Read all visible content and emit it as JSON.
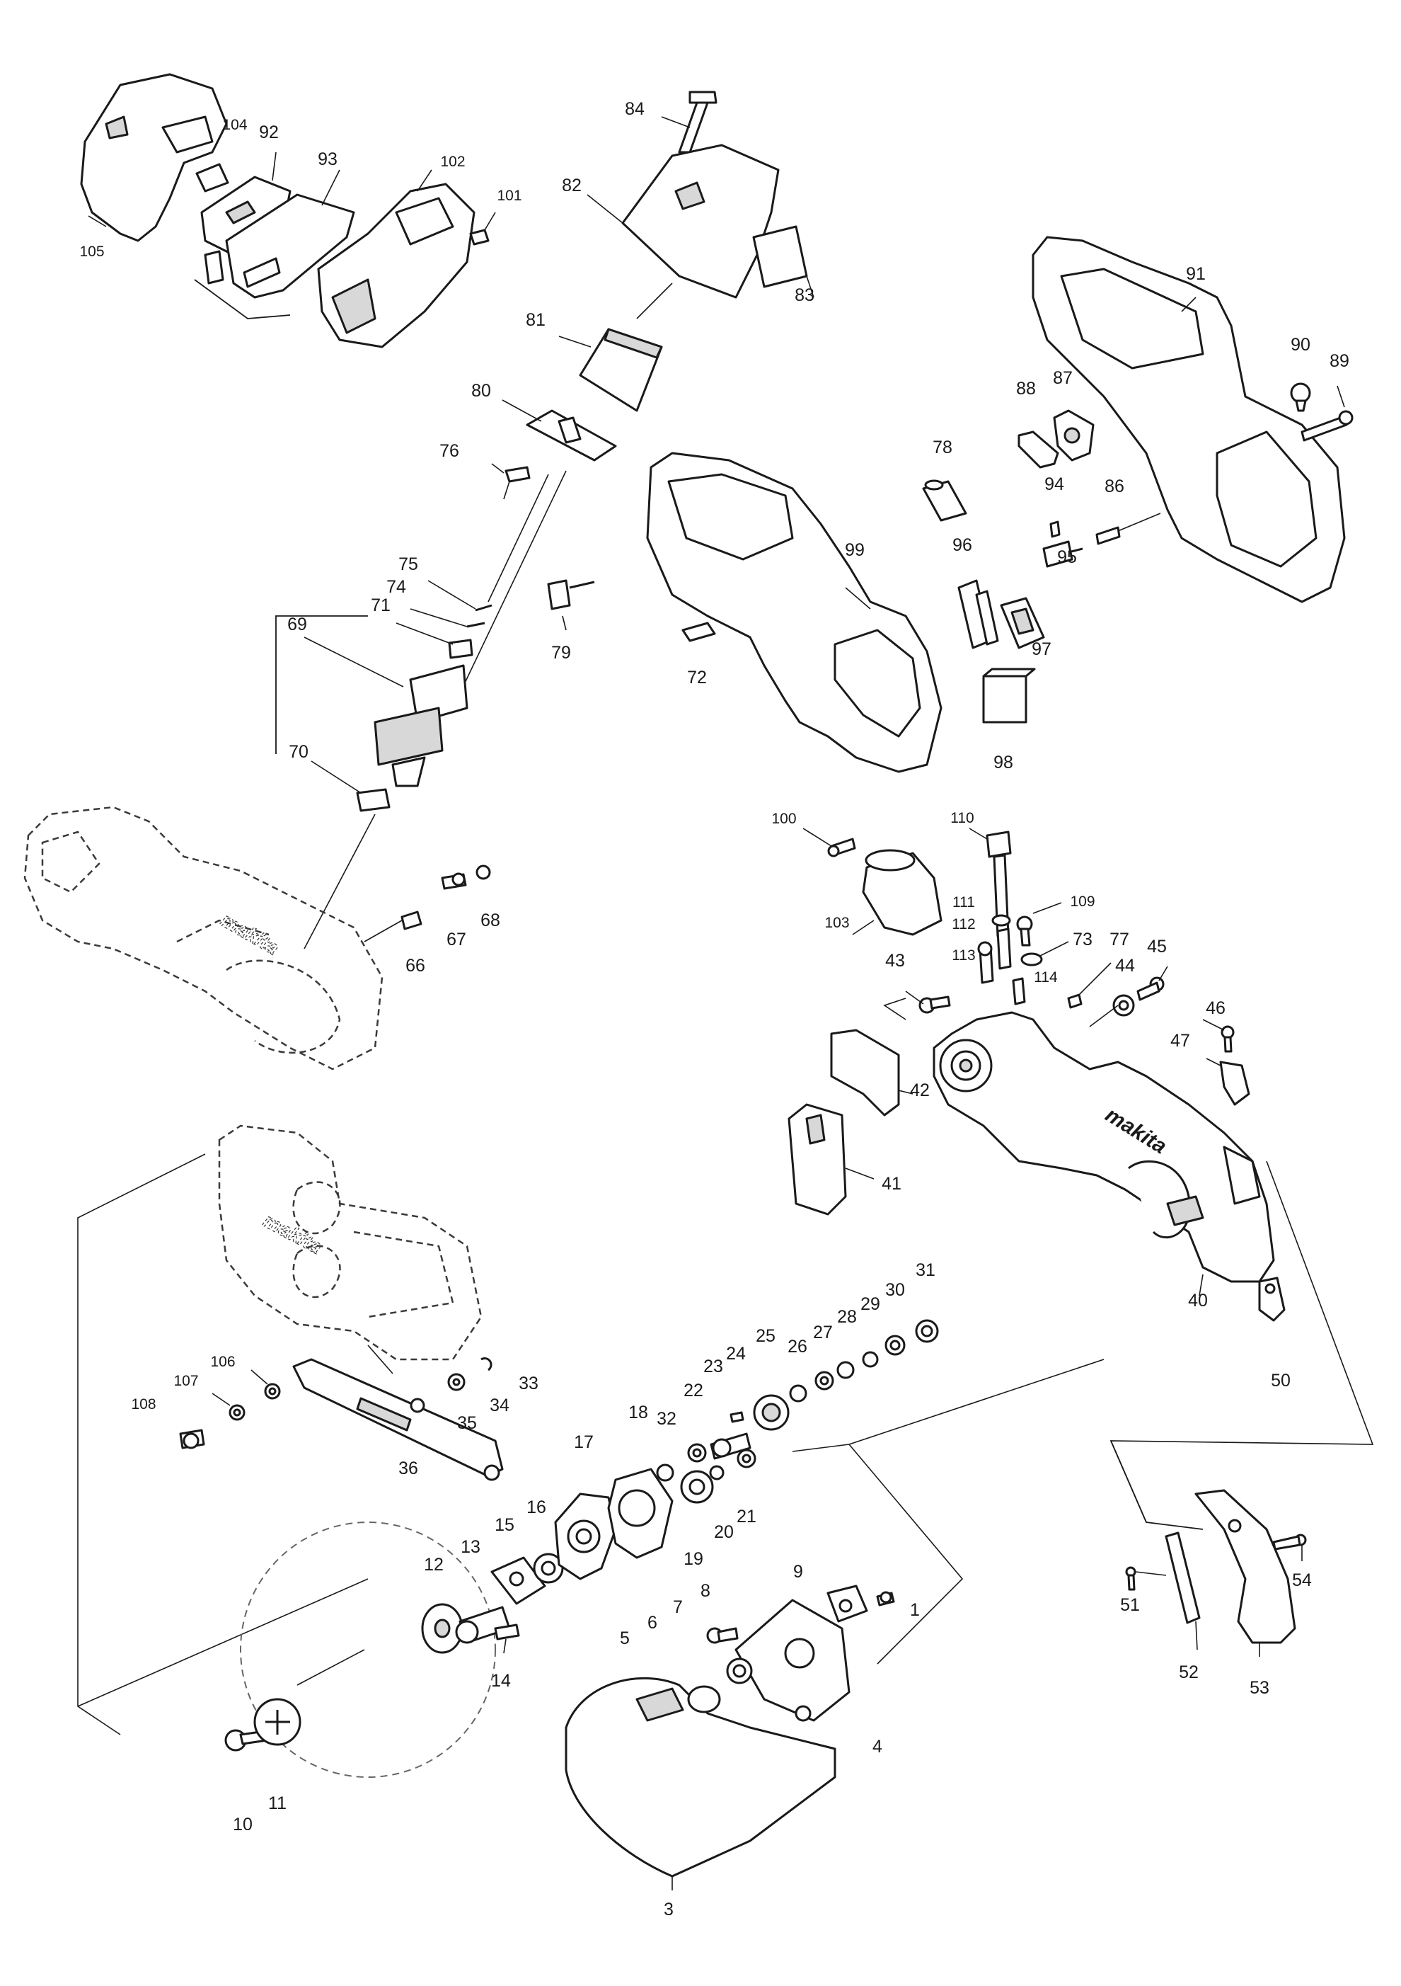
{
  "brand": "makita",
  "parts": [
    {
      "no": "1"
    },
    {
      "no": "3"
    },
    {
      "no": "4"
    },
    {
      "no": "5"
    },
    {
      "no": "6"
    },
    {
      "no": "7"
    },
    {
      "no": "8"
    },
    {
      "no": "9"
    },
    {
      "no": "10"
    },
    {
      "no": "11"
    },
    {
      "no": "12"
    },
    {
      "no": "13"
    },
    {
      "no": "14"
    },
    {
      "no": "15"
    },
    {
      "no": "16"
    },
    {
      "no": "17"
    },
    {
      "no": "18"
    },
    {
      "no": "19"
    },
    {
      "no": "20"
    },
    {
      "no": "21"
    },
    {
      "no": "22"
    },
    {
      "no": "23"
    },
    {
      "no": "24"
    },
    {
      "no": "25"
    },
    {
      "no": "26"
    },
    {
      "no": "27"
    },
    {
      "no": "28"
    },
    {
      "no": "29"
    },
    {
      "no": "30"
    },
    {
      "no": "31"
    },
    {
      "no": "32"
    },
    {
      "no": "33"
    },
    {
      "no": "34"
    },
    {
      "no": "35"
    },
    {
      "no": "36"
    },
    {
      "no": "40"
    },
    {
      "no": "41"
    },
    {
      "no": "42"
    },
    {
      "no": "43"
    },
    {
      "no": "44"
    },
    {
      "no": "45"
    },
    {
      "no": "46"
    },
    {
      "no": "47"
    },
    {
      "no": "50"
    },
    {
      "no": "51"
    },
    {
      "no": "52"
    },
    {
      "no": "53"
    },
    {
      "no": "54"
    },
    {
      "no": "66"
    },
    {
      "no": "67"
    },
    {
      "no": "68"
    },
    {
      "no": "69"
    },
    {
      "no": "70"
    },
    {
      "no": "71"
    },
    {
      "no": "72"
    },
    {
      "no": "73"
    },
    {
      "no": "74"
    },
    {
      "no": "75"
    },
    {
      "no": "76"
    },
    {
      "no": "77"
    },
    {
      "no": "78"
    },
    {
      "no": "79"
    },
    {
      "no": "80"
    },
    {
      "no": "81"
    },
    {
      "no": "82"
    },
    {
      "no": "83"
    },
    {
      "no": "84"
    },
    {
      "no": "86"
    },
    {
      "no": "87"
    },
    {
      "no": "88"
    },
    {
      "no": "89"
    },
    {
      "no": "90"
    },
    {
      "no": "91"
    },
    {
      "no": "92"
    },
    {
      "no": "93"
    },
    {
      "no": "94"
    },
    {
      "no": "95"
    },
    {
      "no": "96"
    },
    {
      "no": "97"
    },
    {
      "no": "98"
    },
    {
      "no": "99"
    },
    {
      "no": "100"
    },
    {
      "no": "101"
    },
    {
      "no": "102"
    },
    {
      "no": "103"
    },
    {
      "no": "104"
    },
    {
      "no": "105"
    },
    {
      "no": "106"
    },
    {
      "no": "107"
    },
    {
      "no": "108"
    },
    {
      "no": "109"
    },
    {
      "no": "110"
    },
    {
      "no": "111"
    },
    {
      "no": "112"
    },
    {
      "no": "113"
    },
    {
      "no": "114"
    }
  ]
}
